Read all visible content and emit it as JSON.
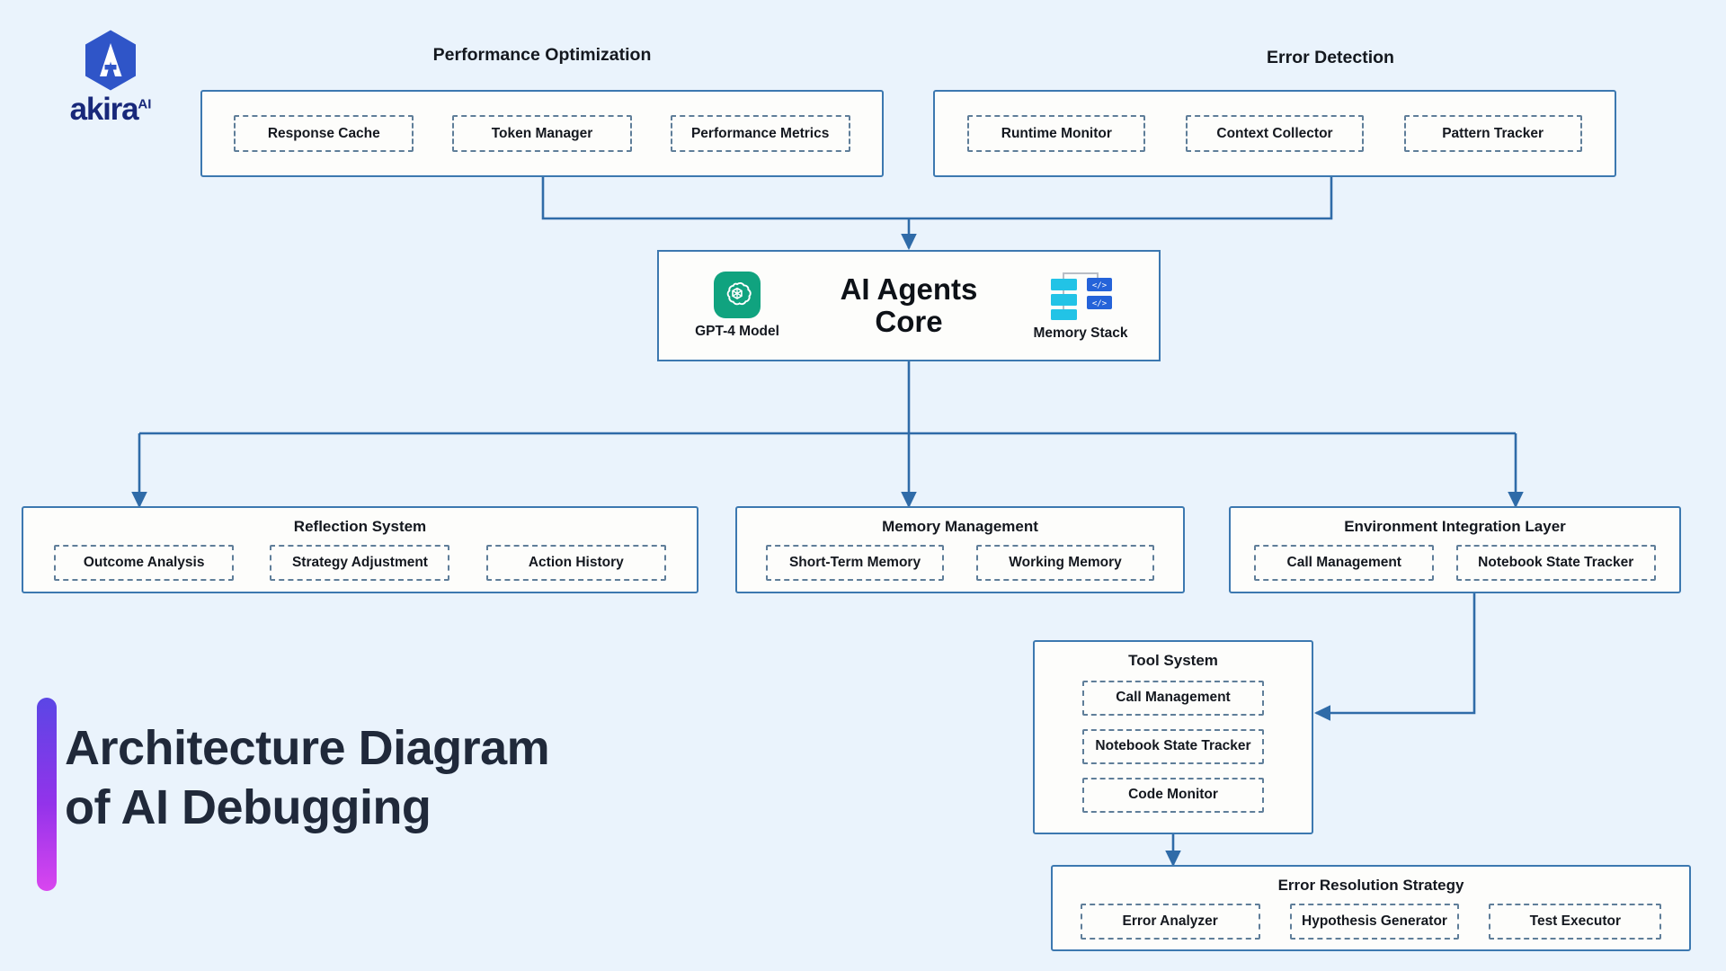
{
  "brand": {
    "name": "akira",
    "superscript": "AI",
    "logo_icon": "akira-hexagon-logo",
    "hex_color": "#2f55c8",
    "wordmark_color": "#18287a"
  },
  "page_title": {
    "line1": "Architecture Diagram",
    "line2": "of AI Debugging",
    "accent_gradient_from": "#5b46e5",
    "accent_gradient_to": "#d946ef"
  },
  "colors": {
    "background": "#eaf3fc",
    "box_border": "#3c78b0",
    "chip_border": "#5f7e99",
    "box_fill": "#fdfdfb",
    "wire": "#2f6ba8",
    "text": "#14181f",
    "openai_green": "#10a37f",
    "memory_cyan": "#22c3e6",
    "memory_blue": "#2563d9"
  },
  "groups": {
    "performance_optimization": {
      "title": "Performance Optimization",
      "items": [
        "Response Cache",
        "Token Manager",
        "Performance Metrics"
      ]
    },
    "error_detection": {
      "title": "Error Detection",
      "items": [
        "Runtime Monitor",
        "Context Collector",
        "Pattern Tracker"
      ]
    },
    "core": {
      "title_line1": "AI Agents",
      "title_line2": "Core",
      "left_label": "GPT-4 Model",
      "left_icon": "openai-logo-icon",
      "right_label": "Memory Stack",
      "right_icon": "memory-stack-icon"
    },
    "reflection_system": {
      "title": "Reflection System",
      "items": [
        "Outcome Analysis",
        "Strategy Adjustment",
        "Action History"
      ]
    },
    "memory_management": {
      "title": "Memory Management",
      "items": [
        "Short-Term Memory",
        "Working Memory"
      ]
    },
    "environment_integration_layer": {
      "title": "Environment Integration Layer",
      "items": [
        "Call Management",
        "Notebook State Tracker"
      ]
    },
    "tool_system": {
      "title": "Tool System",
      "items": [
        "Call Management",
        "Notebook State Tracker",
        "Code Monitor"
      ]
    },
    "error_resolution_strategy": {
      "title": "Error Resolution Strategy",
      "items": [
        "Error Analyzer",
        "Hypothesis Generator",
        "Test Executor"
      ]
    }
  }
}
